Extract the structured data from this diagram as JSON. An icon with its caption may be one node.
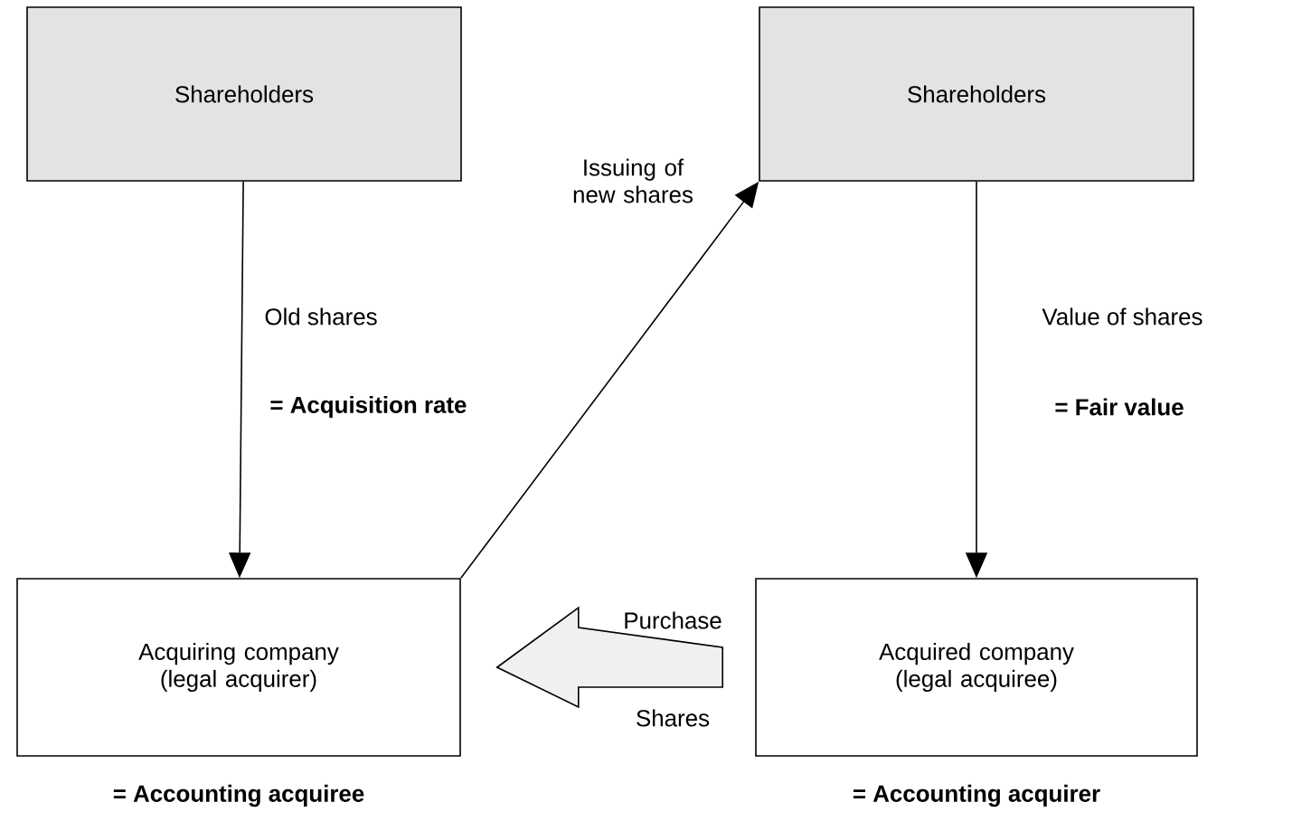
{
  "diagram": {
    "nodes": [
      {
        "text": [
          "Shareholders"
        ]
      },
      {
        "text": [
          "Shareholders"
        ]
      },
      {
        "text": [
          "Acquiring company (legal acquirer)"
        ],
        "beside": [
          "= Accounting acquiree"
        ]
      },
      {
        "text": [
          "Acquired company (legal acquiree)"
        ],
        "beside": [
          "= Accounting acquirer"
        ]
      }
    ],
    "edges": [
      {
        "from": 0,
        "to": 2,
        "arrow": "to",
        "label": "Old shares"
      },
      {
        "from": 2,
        "to": 1,
        "arrow": "to",
        "label": "Issuing of new shares"
      },
      {
        "from": 1,
        "to": 3,
        "arrow": "to",
        "label": "Value of shares"
      },
      {
        "from": 3,
        "to": 2,
        "arrow": "to",
        "label": "Purchase",
        "style": "thick"
      }
    ],
    "labels": [
      "= Acquisition rate",
      "= Fair value",
      "Shares"
    ]
  }
}
